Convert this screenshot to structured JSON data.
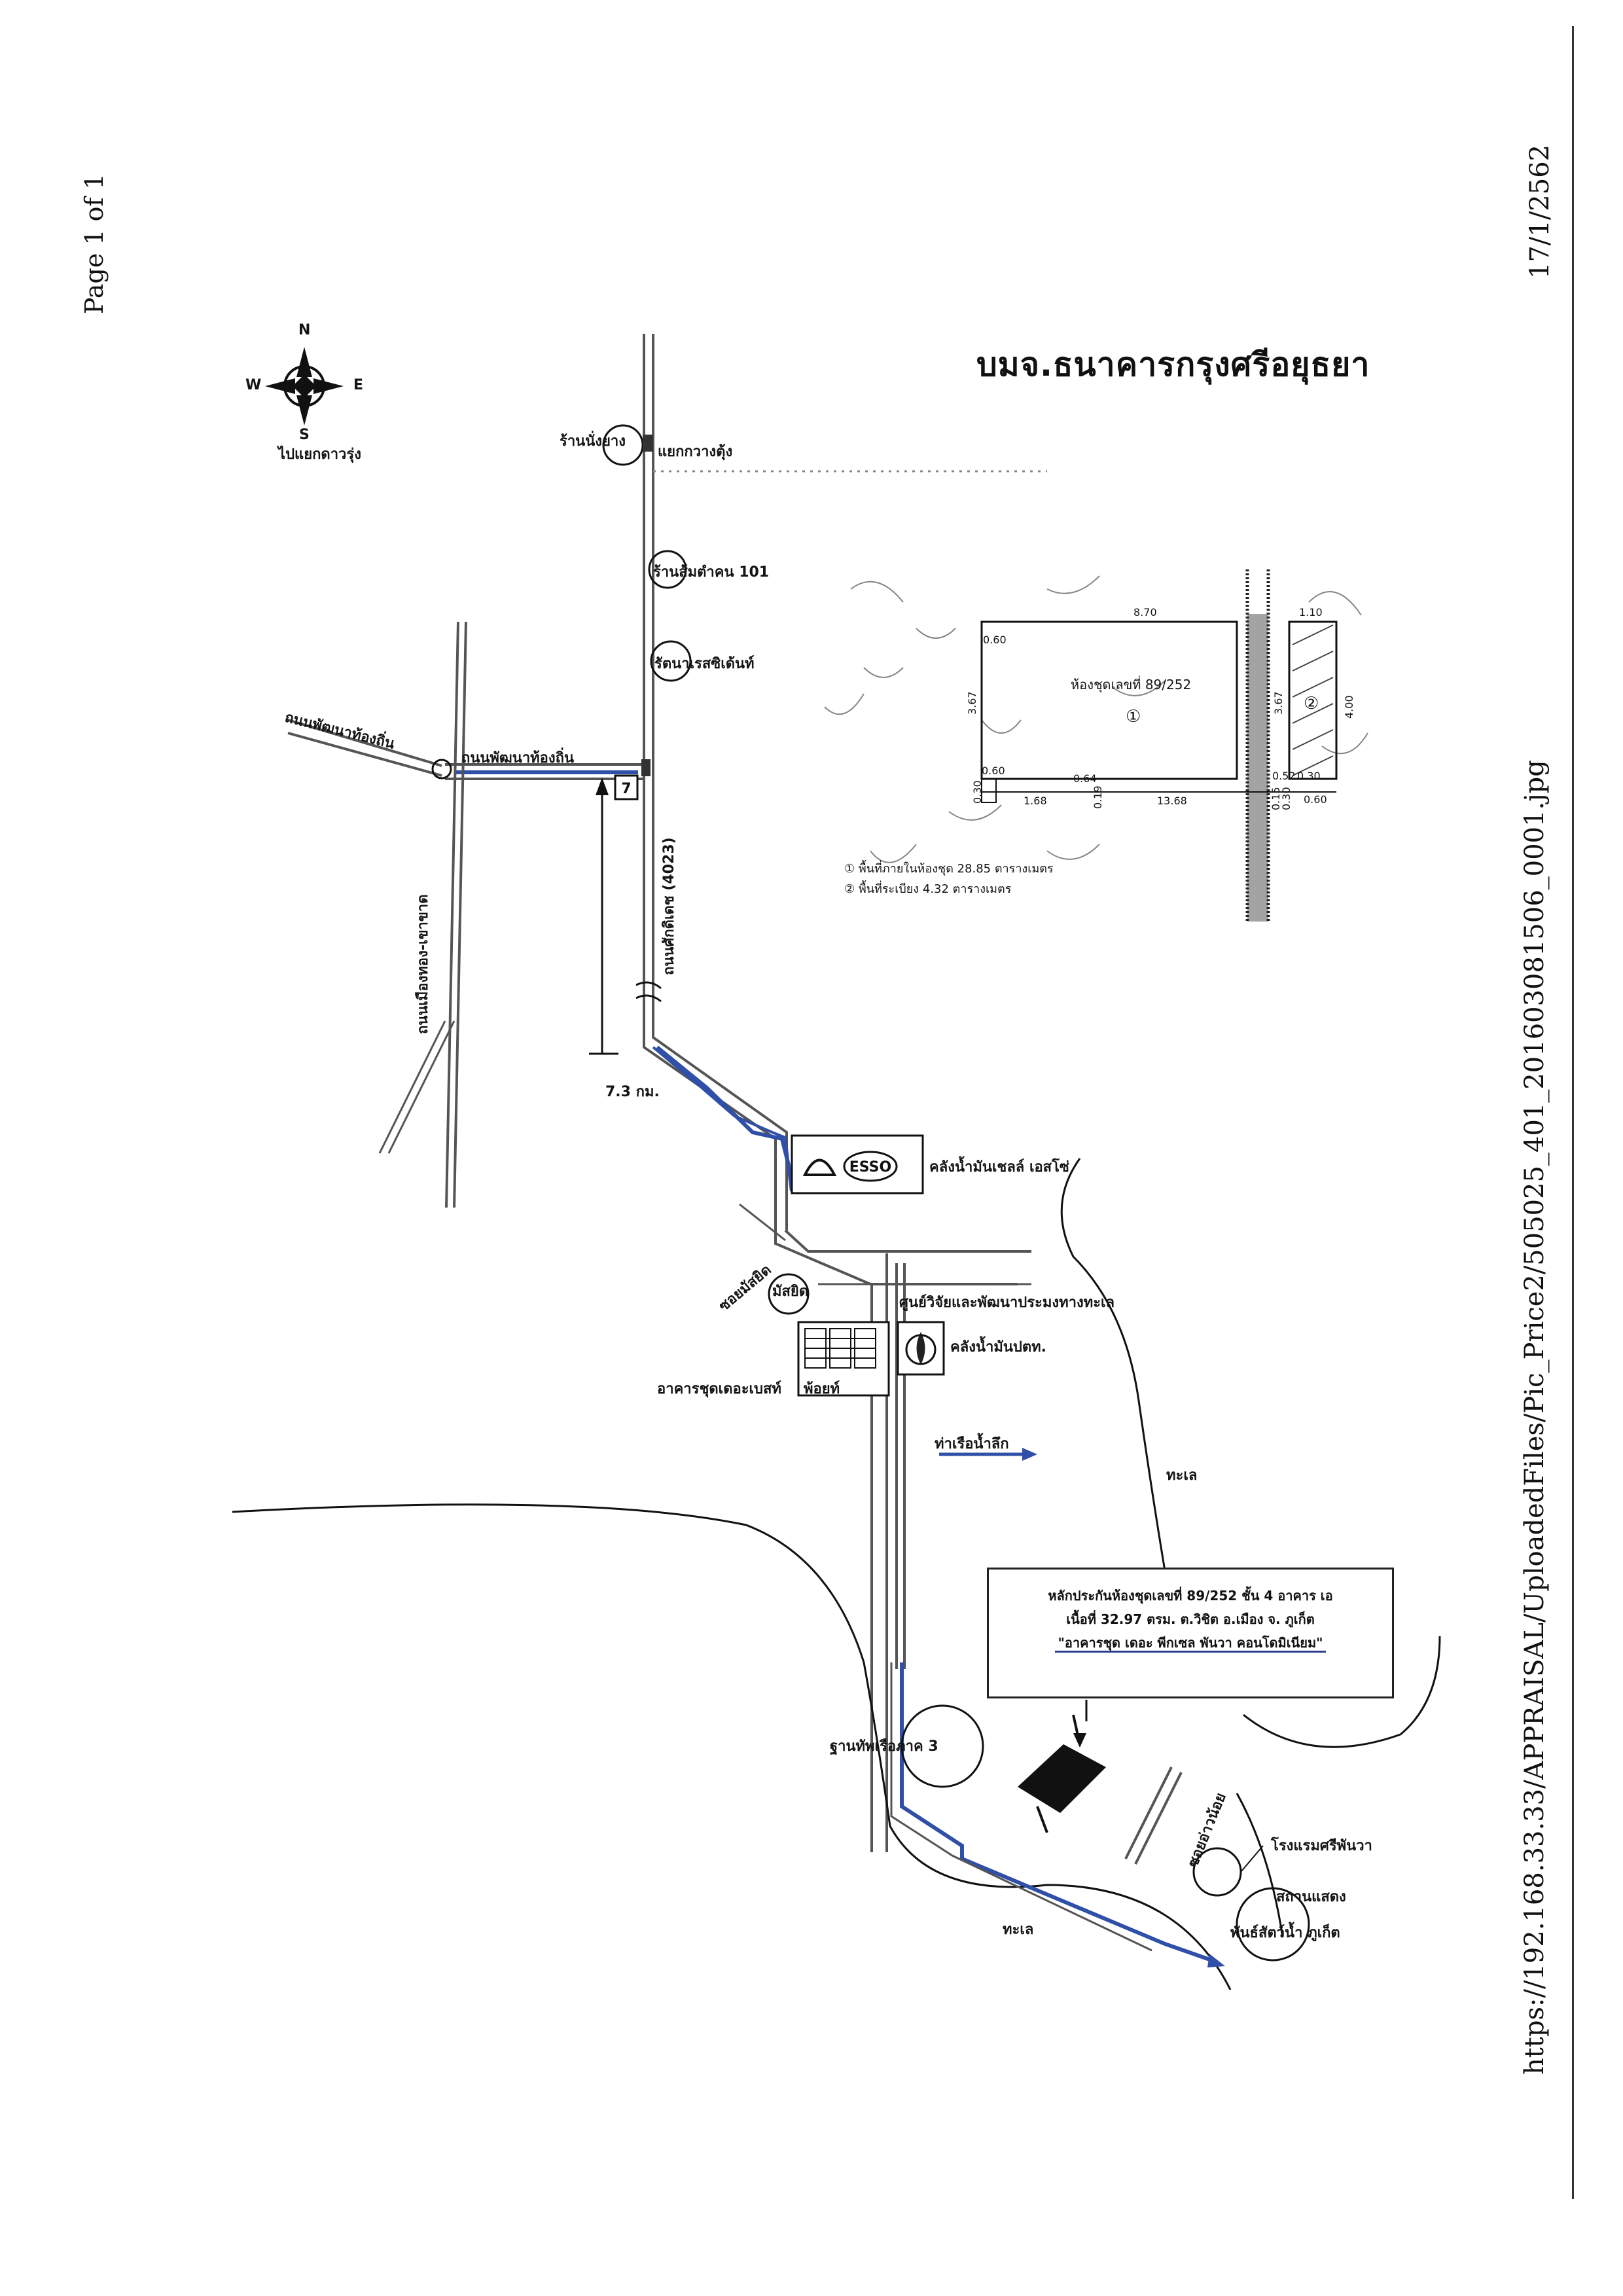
{
  "page_header": {
    "page_label": "Page 1 of 1",
    "date": "17/1/2562",
    "url": "https://192.168.33.33/APPRAISAL/UploadedFiles/Pic_Price2/505025_401_20160308150​6_0001.jpg"
  },
  "map_title": "บมจ.ธนาคารกรุงศรีอยุธยา",
  "compass": {
    "n": "N",
    "s": "S",
    "e": "E",
    "w": "W",
    "to_label": "ไปแยกดาวรุ่ง"
  },
  "places": {
    "top_shop": "ร้านนั่งยาง",
    "junction": "แยกกวางตุ้ง",
    "shop_101": "ร้านส้มตำคน 101",
    "residence": "รัตนาเรสซิเด้นท์",
    "road_left_diag": "ถนนพัฒนาท้องถิ่น",
    "road_left_horiz": "ถนนพัฒนาท้องถิ่น",
    "road_vertical_left": "ถนนเมืองทอง-เขาขาด",
    "road_main": "ถนนศักดิเดช (4023)",
    "distance": "7.3 กม.",
    "oil_depot": "คลังน้ำมันเชลล์ เอสโซ่",
    "mosque_soi": "ซอยมัสยิด",
    "mosque": "มัสยิด",
    "research_center": "ศูนย์วิจัยและพัฒนาประมงทางทะเล",
    "ptt_depot": "คลังน้ำมันปตท.",
    "condo_label": "อาคารชุดเดอะเบสท์",
    "condo_label2": "พ้อยท์",
    "deep_pier": "ท่าเรือน้ำลึก",
    "sea_right": "ทะเล",
    "naval_base": "ฐานทัพเรือภาค 3",
    "soi_yao": "ซอยอ่าวน้อย",
    "hotel": "โรงแรมศรีพันวา",
    "aquarium1": "สถานแสดง",
    "aquarium2": "พันธ์สัตว์น้ำ ภูเก็ต",
    "sea_bottom": "ทะเล"
  },
  "callout": {
    "line1": "หลักประกันห้องชุดเลขที่ 89/252 ชั้น 4 อาคาร เอ",
    "line2": "เนื้อที่ 32.97 ตรม. ต.วิชิต อ.เมือง จ. ภูเก็ต",
    "line3": "\"อาคารชุด เดอะ พีกเซล พันวา คอนโดมิเนียม\""
  },
  "floor_plan": {
    "unit_label": "ห้องชุดเลขที่ 89/252",
    "area1_marker": "①",
    "area2_marker": "②",
    "dims": {
      "top_left": "0.60",
      "top_mid": "8.70",
      "top_right": "1.10",
      "left_vert": "3.67",
      "right_vert": "3.67",
      "far_right_vert": "4.00",
      "bot_a": "0.60",
      "bot_b": "0.30",
      "bot_c": "1.68",
      "bot_d": "0.64",
      "bot_e": "0.19",
      "bot_f": "13.68",
      "bot_g": "0.52",
      "bot_h": "0.30",
      "bot_i": "0.15",
      "bot_j": "0.60",
      "bot_k": "0.30"
    },
    "legend1": "① พื้นที่ภายในห้องชุด 28.85 ตารางเมตร",
    "legend2": "② พื้นที่ระเบียง 4.32 ตารางเมตร"
  },
  "icons": [
    "compass-rose-icon",
    "traffic-light-icon",
    "seven-eleven-icon",
    "shell-logo-icon",
    "esso-logo-icon",
    "ptt-logo-icon",
    "condo-building-icon",
    "location-marker-icon"
  ],
  "colors": {
    "road_blue": "#2f4fa8",
    "ink": "#151515",
    "gray_road": "#6a6a6a"
  }
}
